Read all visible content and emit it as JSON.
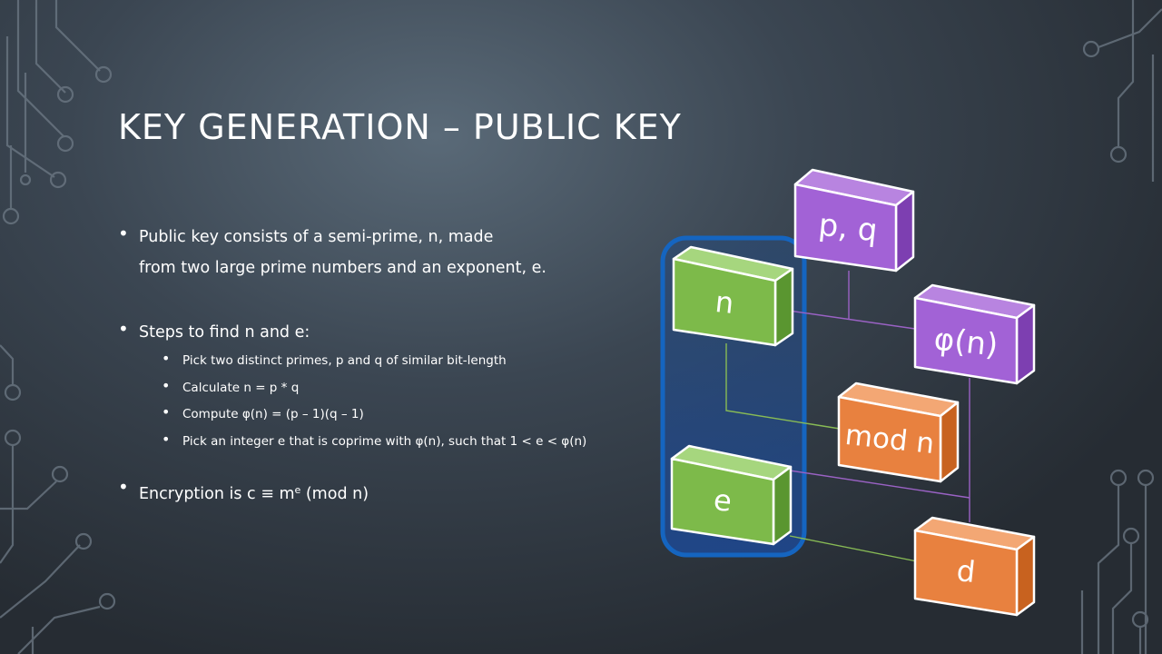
{
  "slide": {
    "title": "KEY GENERATION – PUBLIC KEY",
    "bullets": {
      "public_key_line1": "Public key consists of a semi-prime, n, made",
      "public_key_line2": "from two large prime numbers and an exponent, e.",
      "steps_heading": "Steps to find n and e:",
      "step1": "Pick two distinct primes, p and q of similar bit-length",
      "step2": "Calculate n = p * q",
      "step3": "Compute φ(n) = (p – 1)(q – 1)",
      "step4": "Pick an integer e that is coprime with φ(n), such that 1 < e < φ(n)",
      "encryption_prefix": "Encryption is c ≡ m",
      "encryption_sup": "e",
      "encryption_suffix": " (mod n)"
    }
  },
  "diagram": {
    "boxes": {
      "pq": "p, q",
      "n": "n",
      "phi": "φ(n)",
      "modn": "mod n",
      "e": "e",
      "d": "d"
    },
    "colors": {
      "green": "#7dba4a",
      "purple": "#a262d6",
      "orange": "#e8813f",
      "highlight": "#1565c0"
    }
  }
}
